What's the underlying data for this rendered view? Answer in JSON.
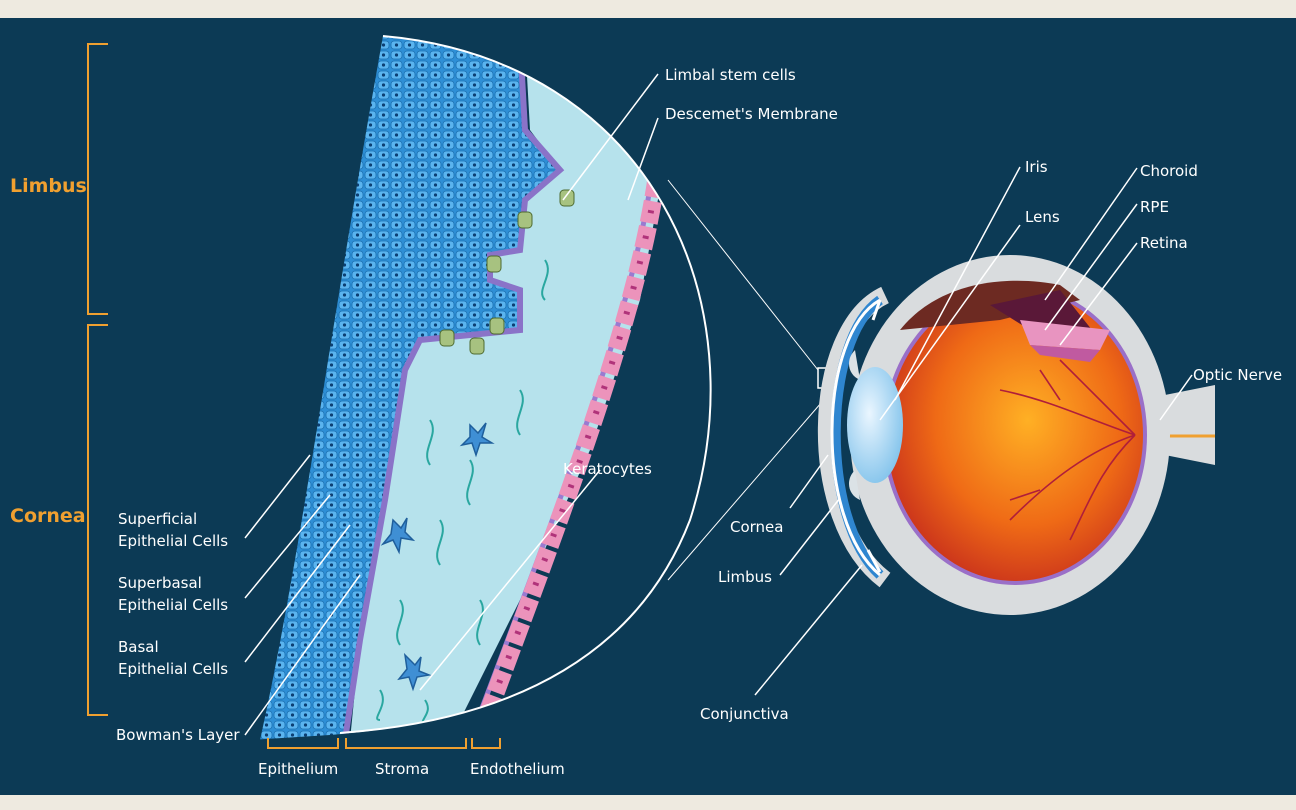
{
  "sections": {
    "limbus": "Limbus",
    "cornea": "Cornea"
  },
  "detail_labels": {
    "limbal_stem_cells": "Limbal stem cells",
    "descemets_membrane": "Descemet's Membrane",
    "keratocytes": "Keratocytes",
    "superficial_1": "Superficial",
    "superficial_2": "Epithelial Cells",
    "superbasal_1": "Superbasal",
    "superbasal_2": "Epithelial Cells",
    "basal_1": "Basal",
    "basal_2": "Epithelial Cells",
    "bowmans_layer": "Bowman's Layer"
  },
  "layer_labels": {
    "epithelium": "Epithelium",
    "stroma": "Stroma",
    "endothelium": "Endothelium"
  },
  "eye_labels": {
    "iris": "Iris",
    "lens": "Lens",
    "choroid": "Choroid",
    "rpe": "RPE",
    "retina": "Retina",
    "optic_nerve": "Optic Nerve",
    "cornea": "Cornea",
    "limbus": "Limbus",
    "conjunctiva": "Conjunctiva"
  },
  "colors": {
    "background": "#0c3a55",
    "page": "#eeeae0",
    "accent": "#f0a030",
    "epithelium": "#2e8fd6",
    "stroma": "#b6e2ec",
    "endothelium": "#e98fb8",
    "sclera": "#d9dcde",
    "eyeball": "#e8641a"
  }
}
